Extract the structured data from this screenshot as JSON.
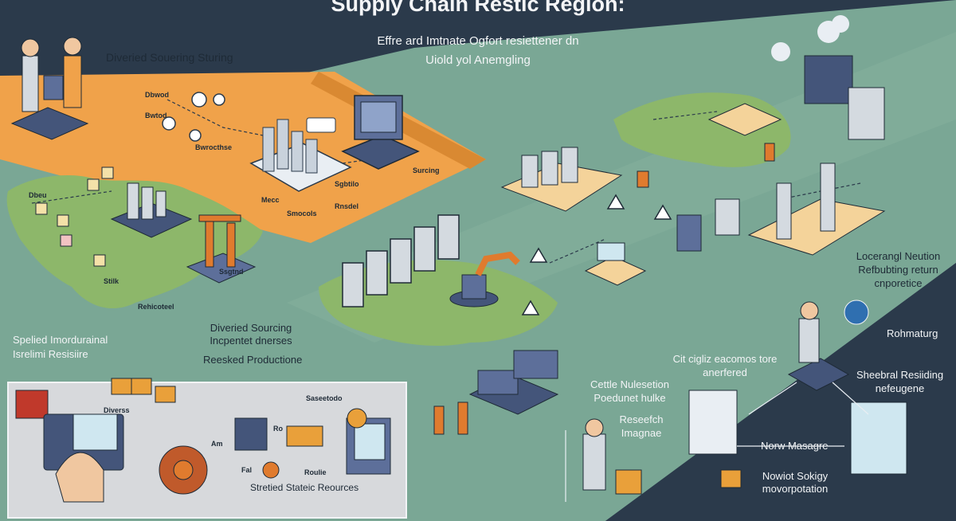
{
  "title": "Supply Chain Restic Region:",
  "subtitle_line1": "Effre ard Imtnate Ogfort resiettener dn",
  "subtitle_line2": "Uiold yol Anemgling",
  "colors": {
    "background": "#2b3a4b",
    "orange_region": "#f0a24a",
    "green_region": "#7aa795",
    "land": "#8db76a",
    "inset_panel": "#d7d9dc"
  },
  "labels": {
    "diversified_sourcing": "Diveried Souering Sturing",
    "tag_dbwod": "Dbwod",
    "tag_bwtod": "Bwtod",
    "tag_bwroctnse": "Bwrocthse",
    "tag_surcing": "Surcing",
    "tag_sgbtilo": "Sgbtilo",
    "tag_mecc": "Mecc",
    "tag_rnsdel": "Rnsdel",
    "tag_smocols": "Smocols",
    "tag_ssgtnd": "Ssgtnd",
    "specialized_line1": "Spelied Imordurainal",
    "specialized_line2": "Isrelimi Resisiire",
    "inset_line1": "Diveried Sourcing",
    "inset_line2": "Incpentet dnerses",
    "inset_line3": "Reesked Productione",
    "inset_diverss": "Diverss",
    "inset_sasestod": "Saseetodo",
    "inset_am": "Am",
    "inset_ro": "Ro",
    "inset_fal": "Fal",
    "inset_roulie": "Roulie",
    "inset_footer": "Stretied Stateic Reources",
    "local_line1": "Locerangl Neution",
    "local_line2": "Refbubting return",
    "local_line3": "cnporetice",
    "rohmaturg": "Rohmaturg",
    "special_line1": "Sheebral Resiiding",
    "special_line2": "nefeugene",
    "cit_line1": "Cit cigliz eacomos tore",
    "cit_line2": "anerfered",
    "cettle_line1": "Cettle Nulesetion",
    "cettle_line2": "Poedunet hulke",
    "research_line1": "Reseefch",
    "research_line2": "Imagnae",
    "new_message": "Norw Masagre",
    "now_setup_line1": "Nowiot Sokigy",
    "now_setup_line2": "movorpotation",
    "map_dbeu": "Dbeu",
    "map_stilk": "Stilk",
    "map_rehicoteel": "Rehicoteel"
  }
}
